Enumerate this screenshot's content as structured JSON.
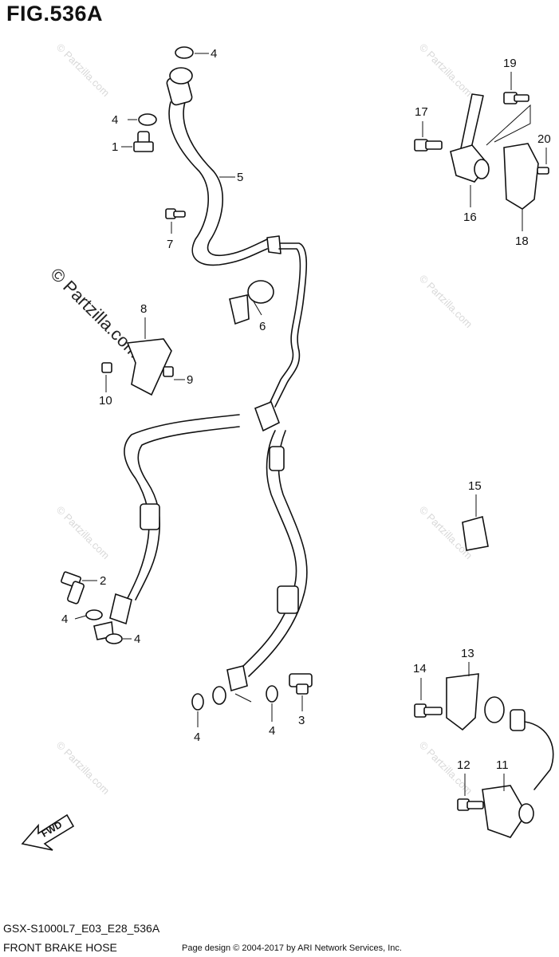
{
  "figure_title": "FIG.536A",
  "footer": {
    "model_code": "GSX-S1000L7_E03_E28_536A",
    "section_name": "FRONT BRAKE HOSE",
    "copyright": "Page design © 2004-2017 by ARI Network Services, Inc."
  },
  "watermark": {
    "text": "© Partzilla.com"
  },
  "fwd_label": "FWD",
  "callouts": {
    "c1": "1",
    "c2": "2",
    "c3": "3",
    "c4a": "4",
    "c4b": "4",
    "c4c": "4",
    "c4d": "4",
    "c4e": "4",
    "c4f": "4",
    "c5": "5",
    "c6": "6",
    "c7": "7",
    "c8": "8",
    "c9": "9",
    "c10": "10",
    "c11": "11",
    "c12": "12",
    "c13": "13",
    "c14": "14",
    "c15": "15",
    "c16": "16",
    "c17": "17",
    "c18": "18",
    "c19": "19",
    "c20": "20"
  }
}
